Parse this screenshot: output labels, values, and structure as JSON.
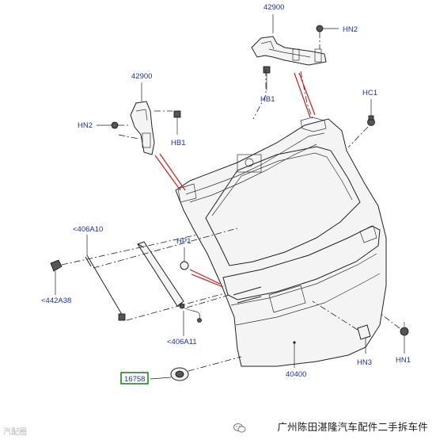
{
  "parts": {
    "p42900_top": "42900",
    "hn2_top": "HN2",
    "hb1_top": "HB1",
    "p42900_left": "42900",
    "hn2_left": "HN2",
    "hb1_left": "HB1",
    "hc1": "HC1",
    "p406a10": "<406A10",
    "p442a38": "<442A38",
    "hp1": "HP1",
    "p406a11": "<406A11",
    "hn3": "HN3",
    "hn1": "HN1",
    "p40400": "40400",
    "p16758": "16758"
  },
  "highlight_color": "#1a8a1a",
  "watermark": {
    "caption": "广州陈田湛隆汽车配件二手拆车件",
    "logo_text": "汽配圈"
  }
}
